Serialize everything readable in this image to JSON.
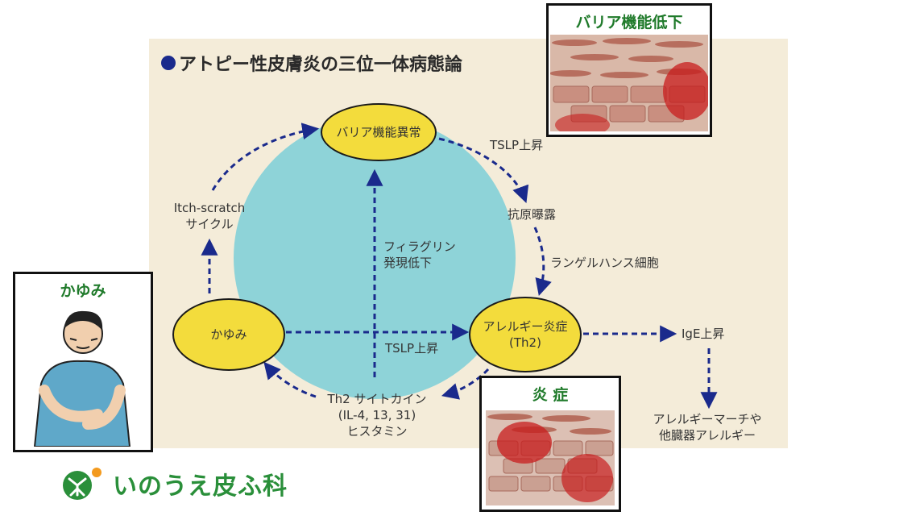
{
  "title": "アトピー性皮膚炎の三位一体病態論",
  "nodes": {
    "barrier": "バリア機能異常",
    "itch": "かゆみ",
    "allergy_line1": "アレルギー炎症",
    "allergy_line2": "(Th2)"
  },
  "labels": {
    "tslp_up": "TSLP上昇",
    "antigen": "抗原曝露",
    "langerhans": "ランゲルハンス細胞",
    "itch_scratch_1": "Itch-scratch",
    "itch_scratch_2": "サイクル",
    "filaggrin_1": "フィラグリン",
    "filaggrin_2": "発現低下",
    "tslp_center": "TSLP上昇",
    "th2_1": "Th2 サイトカイン",
    "th2_2": "(IL-4, 13, 31)",
    "th2_3": "ヒスタミン",
    "ige": "IgE上昇",
    "other_1": "アレルギーマーチや",
    "other_2": "他臓器アレルギー"
  },
  "photos": {
    "barrier_caption": "バリア機能低下",
    "itch_caption": "かゆみ",
    "inflammation_caption": "炎 症"
  },
  "logo": {
    "text": "いのうえ皮ふ科"
  },
  "colors": {
    "circle": "#8ed3d8",
    "node": "#f3dc3c",
    "arrow": "#1a2a8c",
    "panel": "#f4ecd9",
    "logo": "#2a8f3a"
  }
}
